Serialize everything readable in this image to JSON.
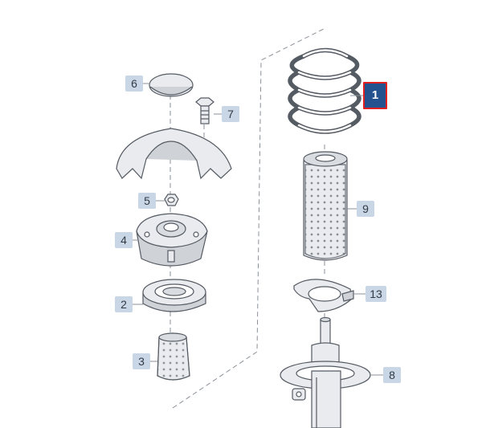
{
  "callouts": {
    "c1": "1",
    "c2": "2",
    "c3": "3",
    "c4": "4",
    "c5": "5",
    "c6": "6",
    "c7": "7",
    "c8": "8",
    "c9": "9",
    "c13": "13"
  },
  "colors": {
    "line": "#555b63",
    "part_fill": "#e9ebee",
    "part_shade": "#cfd3d8",
    "callout_bg": "#c9d6e6",
    "highlight_bg": "#23528f",
    "highlight_border": "#e02020"
  }
}
